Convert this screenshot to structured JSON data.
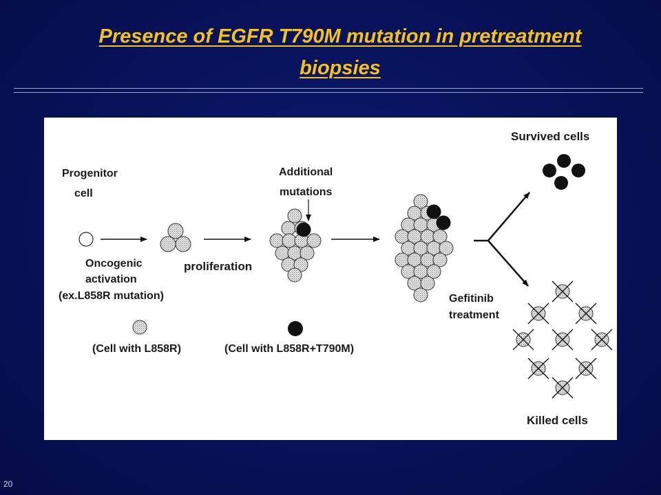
{
  "slide": {
    "title_line1": "Presence of EGFR T790M mutation in pretreatment",
    "title_line2": "biopsies",
    "number": "20"
  },
  "diagram": {
    "labels": {
      "progenitor_1": "Progenitor",
      "progenitor_2": "cell",
      "additional_1": "Additional",
      "additional_2": "mutations",
      "survived": "Survived cells",
      "oncogenic_1": "Oncogenic",
      "oncogenic_2": "activation",
      "oncogenic_3": "(ex.L858R mutation)",
      "proliferation": "proliferation",
      "gefitinib_1": "Gefitinib",
      "gefitinib_2": "treatment",
      "legend_l858r": "(Cell with L858R)",
      "legend_t790m": "(Cell with L858R+T790M)",
      "killed": "Killed cells"
    }
  }
}
